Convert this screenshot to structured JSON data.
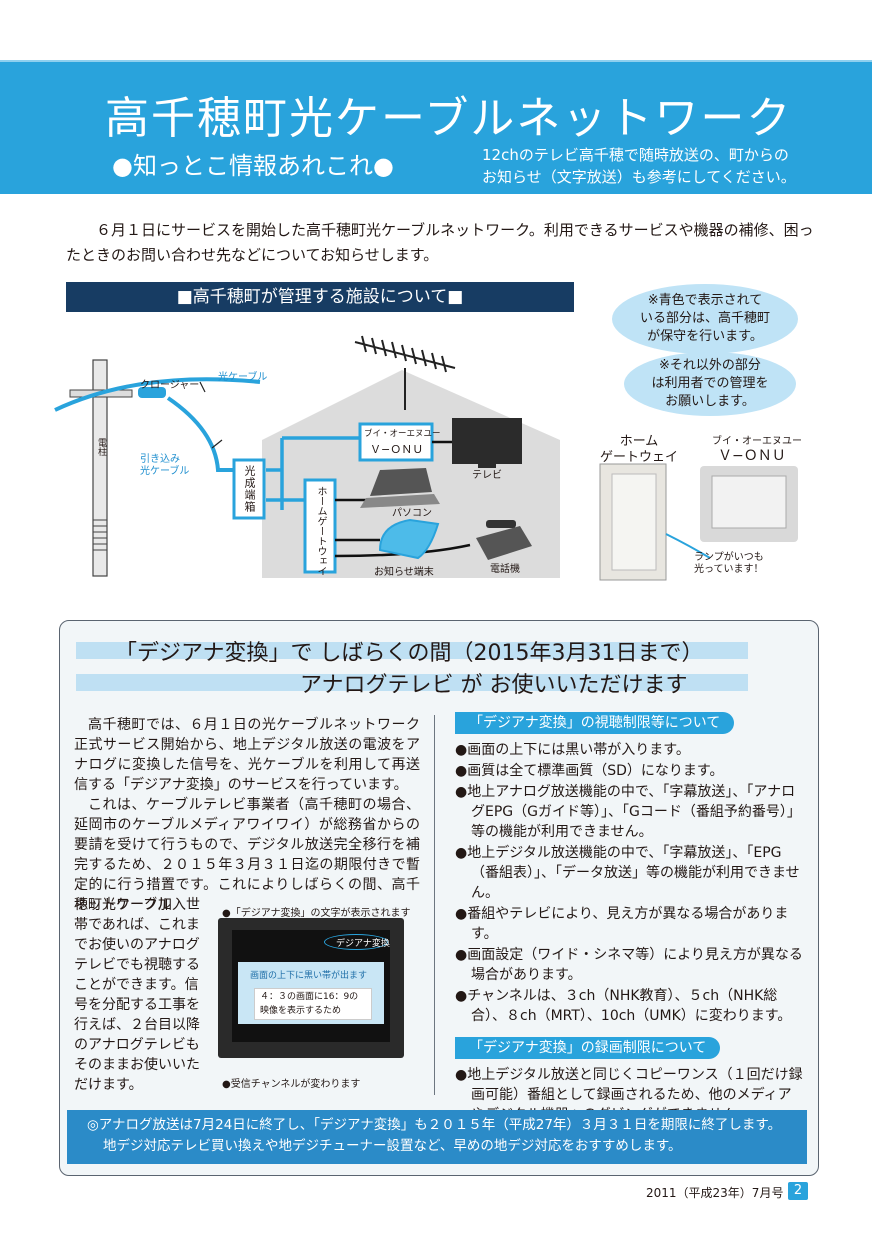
{
  "header": {
    "title": "高千穂町光ケーブルネットワーク",
    "subtitle": "●知っとこ情報あれこれ●",
    "note": "12chのテレビ高千穂で随時放送の、町からの\nお知らせ（文字放送）も参考にしてください。"
  },
  "intro": "６月１日にサービスを開始した高千穂町光ケーブルネットワーク。利用できるサービスや機器の補修、困ったときのお問い合わせ先などについてお知らせします。",
  "facility": {
    "heading": "■高千穂町が管理する施設について■",
    "labels": {
      "pole": "電柱",
      "closure": "クロージャー",
      "fiber_cable": "光ケーブル",
      "drop_cable": "引き込み\n光ケーブル",
      "optical_box": "光成端箱",
      "v_onu_small": "ブイ・オーエヌユー",
      "v_onu": "Ｖ−ＯＮＵ",
      "home_gateway": "ホームゲートウェイ",
      "tv": "テレビ",
      "pc": "パソコン",
      "notice_terminal": "お知らせ端末",
      "phone": "電話機"
    },
    "bubble1": "※青色で表示されて\nいる部分は、高千穂町\nが保守を行います。",
    "bubble2": "※それ以外の部分\nは利用者での管理を\nお願いします。",
    "photo_home_gateway": "ホーム\nゲートウェイ",
    "photo_v_onu_small": "ブイ・オーエヌユー",
    "photo_v_onu": "Ｖ−ＯＮＵ",
    "lamp_note": "ランプがいつも\n光っています！",
    "colors": {
      "accent": "#29a3dc",
      "navy": "#173c63"
    }
  },
  "panel": {
    "title_line1": "「デジアナ変換」で しばらくの間（2015年3月31日まで）",
    "title_line2": "アナログテレビ が お使いいただけます",
    "para1": "高千穂町では、６月１日の光ケーブルネットワーク正式サービス開始から、地上デジタル放送の電波をアナログに変換した信号を、光ケーブルを利用して再送信する「デジアナ変換」のサービスを行っています。",
    "para2": "これは、ケーブルテレビ事業者（高千穂町の場合、延岡市のケーブルメディアワイワイ）が総務省からの要請を受けて行うもので、デジタル放送完全移行を補完するため、２０１５年３月３１日迄の期限付きで暫定的に行う措置です。これによりしばらくの間、高千穂町光ケーブル",
    "para2_float": "ネットワーク加入世\n帯であれば、これま\nでお使いのアナログ\nテレビでも視聴する\nことができます。信\n号を分配する工事を\n行えば、２台目以降\nのアナログテレビも\nそのままお使いいた\nだけます。",
    "tv": {
      "caption_top": "●「デジアナ変換」の文字が表示されます",
      "badge": "デジアナ変換",
      "band_note": "画面の上下に黒い帯が出ます",
      "screen_text": "４：３の画面に16：9の\n映像を表示するため",
      "caption_bottom": "●受信チャンネルが変わります"
    },
    "section1": {
      "heading": "「デジアナ変換」の視聴制限等について",
      "items": [
        "●画面の上下には黒い帯が入ります。",
        "●画質は全て標準画質（SD）になります。",
        "●地上アナログ放送機能の中で、「字幕放送」、「アナログEPG（Gガイド等）」、「Gコード（番組予約番号）」等の機能が利用できません。",
        "●地上デジタル放送機能の中で、「字幕放送」、「EPG（番組表）」、「データ放送」等の機能が利用できません。",
        "●番組やテレビにより、見え方が異なる場合があります。",
        "●画面設定（ワイド・シネマ等）により見え方が異なる場合があります。",
        "●チャンネルは、３ch（NHK教育）、５ch（NHK総合）、８ch（MRT）、10ch（UMK）に変わります。"
      ]
    },
    "section2": {
      "heading": "「デジアナ変換」の録画制限について",
      "items": [
        "●地上デジタル放送と同じくコピーワンス（１回だけ録画可能）番組として録画されるため、他のメディアやデジタル機器へのダビングができません。"
      ]
    },
    "footer_line1": "◎アナログ放送は7月24日に終了し、「デジアナ変換」も２０１５年（平成27年）３月３１日を期限に終了します。",
    "footer_line2": "地デジ対応テレビ買い換えや地デジチューナー設置など、早めの地デジ対応をおすすめします。"
  },
  "page_footer": {
    "issue": "2011（平成23年）7月号",
    "page": "2"
  }
}
